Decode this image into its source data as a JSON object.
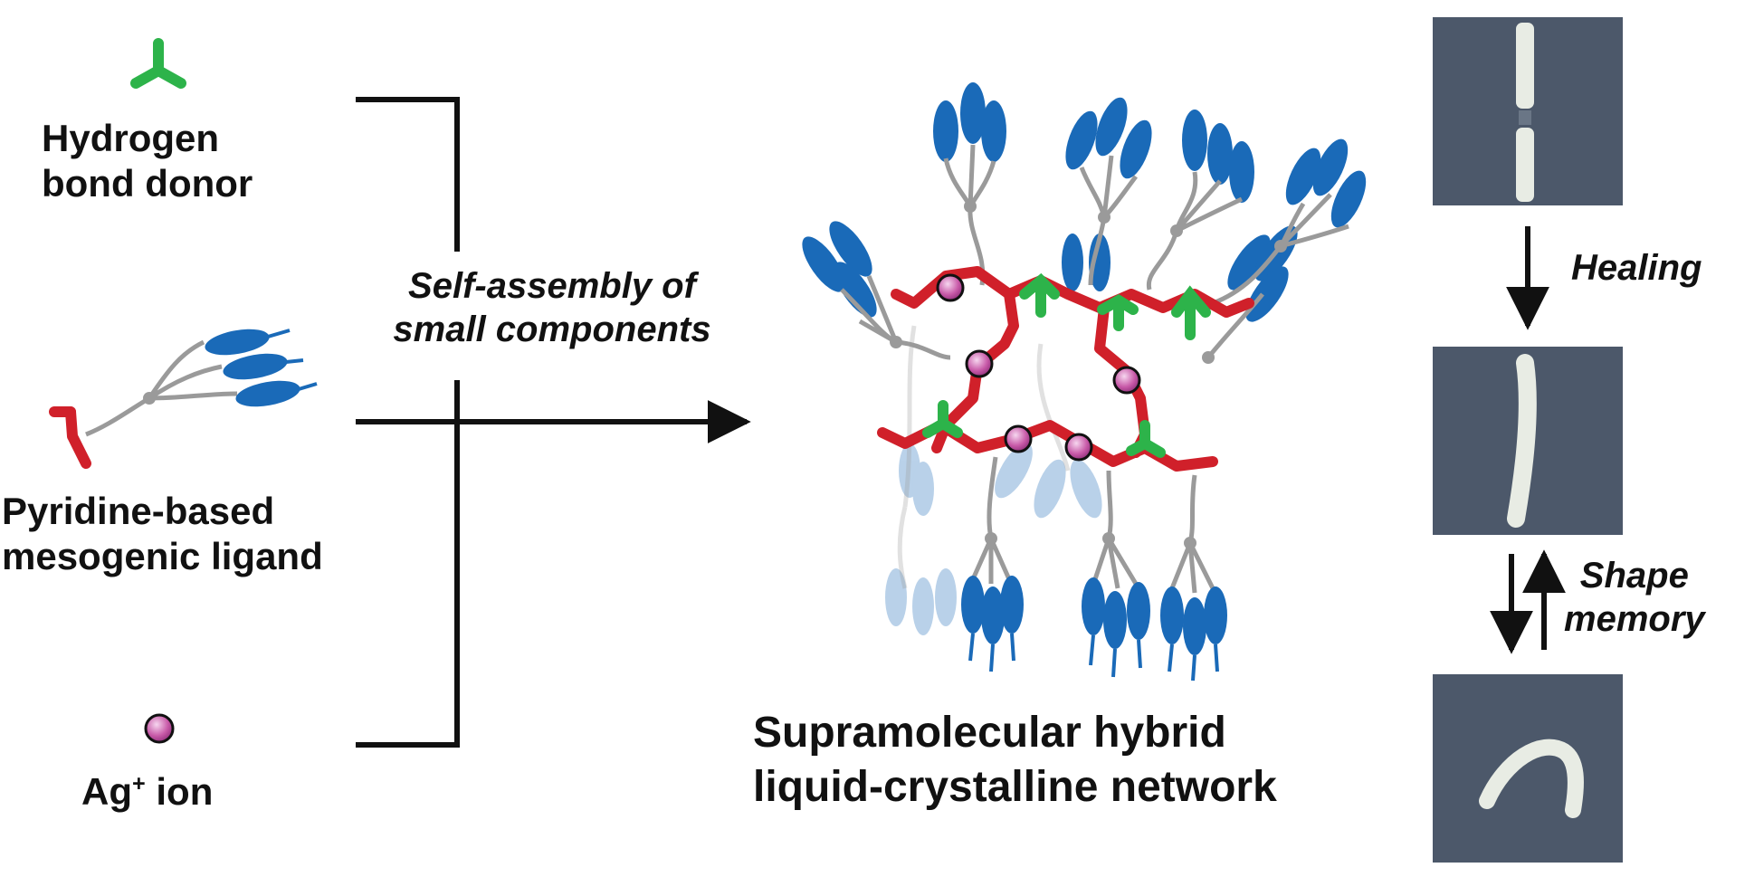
{
  "components": {
    "donor_label_1": "Hydrogen",
    "donor_label_2": "bond donor",
    "ligand_label_1": "Pyridine-based",
    "ligand_label_2": "mesogenic ligand",
    "ion_label_prefix": "Ag",
    "ion_label_sup": "+",
    "ion_label_suffix": " ion"
  },
  "process": {
    "label_1": "Self-assembly of",
    "label_2": "small components"
  },
  "network": {
    "title_1": "Supramolecular hybrid",
    "title_2": "liquid-crystalline network"
  },
  "properties": {
    "healing_label": "Healing",
    "shape_memory_label_1": "Shape",
    "shape_memory_label_2": "memory"
  },
  "colors": {
    "donor_green": "#2db34a",
    "ligand_red": "#d0202a",
    "mesogen_blue": "#1a6ab8",
    "linker_gray": "#9a9a9a",
    "ion_pink": "#c85aa8",
    "photo_bg": "#4c586a",
    "sample_white": "#e8ece4"
  }
}
